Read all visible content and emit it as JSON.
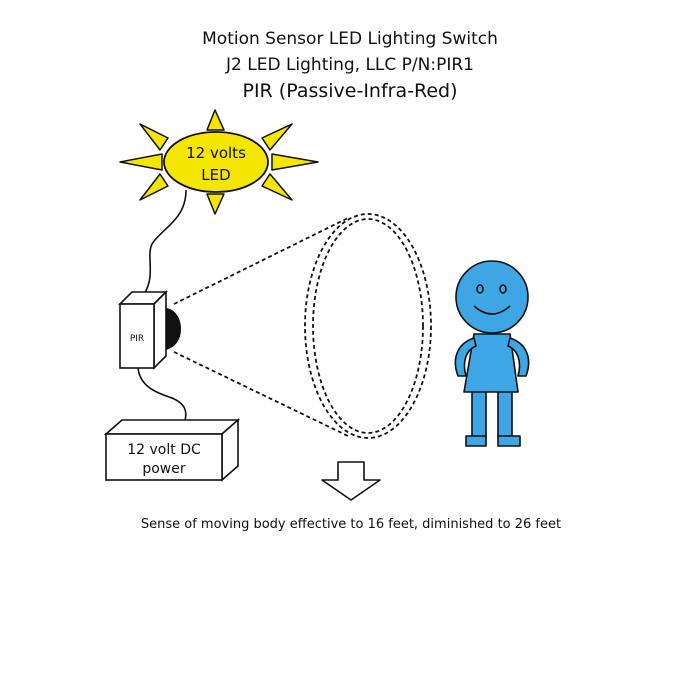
{
  "title": {
    "line1": "Motion Sensor LED Lighting Switch",
    "line2": "J2 LED Lighting, LLC P/N:PIR1",
    "line3": "PIR (Passive-Infra-Red)"
  },
  "led": {
    "line1": "12 volts",
    "line2": "LED"
  },
  "pir": {
    "label": "PIR"
  },
  "power": {
    "line1": "12 volt DC",
    "line2": "power"
  },
  "caption": "Sense of moving body effective to 16 feet, diminished to 26 feet",
  "colors": {
    "sun": "#f5e600",
    "person": "#3fa6e6",
    "ink": "#111111"
  }
}
